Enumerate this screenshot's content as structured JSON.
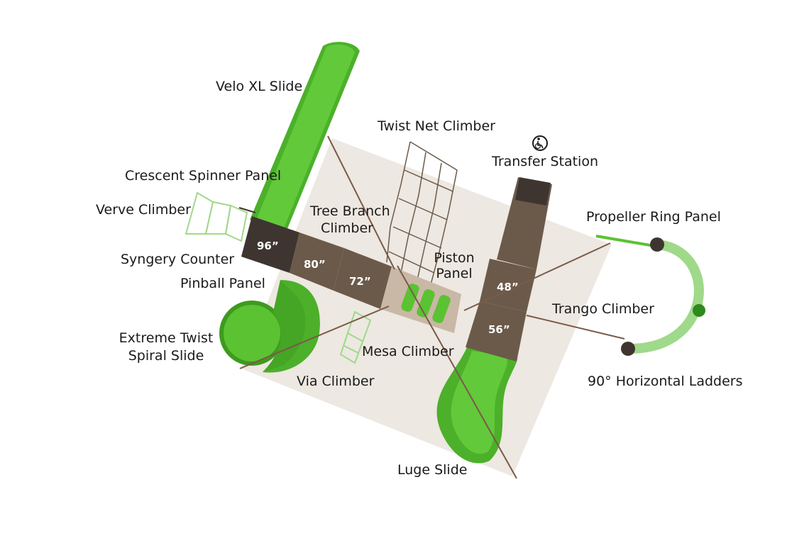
{
  "labels": {
    "velo_xl_slide": "Velo XL Slide",
    "twist_net_climber": "Twist Net Climber",
    "transfer_station": "Transfer Station",
    "crescent_spinner_panel": "Crescent Spinner Panel",
    "verve_climber": "Verve Climber",
    "tree_branch_climber_1": "Tree Branch",
    "tree_branch_climber_2": "Climber",
    "propeller_ring_panel": "Propeller Ring Panel",
    "syngery_counter": "Syngery Counter",
    "piston_panel_1": "Piston",
    "piston_panel_2": "Panel",
    "pinball_panel": "Pinball Panel",
    "trango_climber": "Trango Climber",
    "extreme_twist_spiral_slide_1": "Extreme Twist",
    "extreme_twist_spiral_slide_2": "Spiral Slide",
    "mesa_climber": "Mesa Climber",
    "via_climber": "Via Climber",
    "horizontal_ladders": "90° Horizontal Ladders",
    "luge_slide": "Luge Slide"
  },
  "decks": {
    "d96": "96”",
    "d80": "80”",
    "d72": "72”",
    "d48": "48”",
    "d56": "56”"
  },
  "icons": {
    "accessibility": "wheelchair-accessible-icon"
  },
  "colors": {
    "slide_green": "#5bc232",
    "slide_green_dark": "#3e9a1f",
    "deck_brown": "#6b5a4a",
    "deck_dark": "#3f3530",
    "ground": "#ede8e1",
    "outline_green": "#9fd98a",
    "leader_line": "#7a5a4a"
  }
}
